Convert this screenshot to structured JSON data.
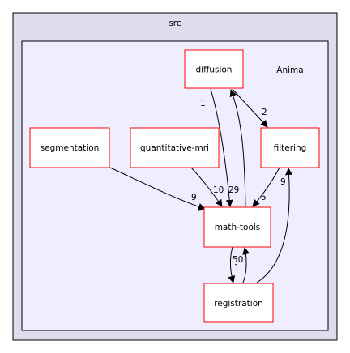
{
  "outer_cluster": {
    "label": "src",
    "fill": "#ddddee",
    "stroke": "#000000"
  },
  "inner_cluster": {
    "label": "Anima",
    "fill": "#eeeeff",
    "stroke": "#000000"
  },
  "nodes": {
    "diffusion": "diffusion",
    "segmentation": "segmentation",
    "quantitative_mri": "quantitative-mri",
    "filtering": "filtering",
    "math_tools": "math-tools",
    "registration": "registration"
  },
  "edges": {
    "diffusion_to_math_tools": "29",
    "math_tools_to_diffusion": "1",
    "diffusion_to_filtering": "2",
    "segmentation_to_math_tools": "9",
    "quantitative_mri_to_math_tools": "10",
    "filtering_to_math_tools": "5",
    "math_tools_to_registration": "1",
    "registration_to_math_tools": "50",
    "registration_to_filtering": "9"
  },
  "colors": {
    "node_fill": "#ffffff",
    "node_stroke": "#ff0000",
    "edge": "#000000"
  }
}
